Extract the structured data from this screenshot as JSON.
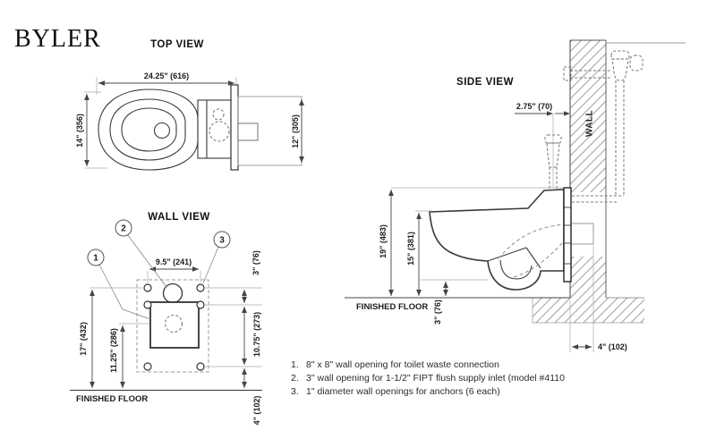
{
  "logo": "BYLER",
  "colors": {
    "line": "#3a3a3a",
    "dim_text": "#1c1c1c",
    "extension_gray": "#aaaaaa",
    "hatch_gray": "#909090",
    "dashed_gray": "#777777",
    "background": "#ffffff"
  },
  "top_view": {
    "title": "TOP VIEW",
    "dim_width": "24.25\" (616)",
    "dim_depth": "14\" (356)",
    "dim_carrier": "12\" (305)"
  },
  "wall_view": {
    "title": "WALL VIEW",
    "dim_span": "9.5\" (241)",
    "dim_supply_height": "17\" (432)",
    "dim_waste_height": "11.25\" (286)",
    "dim_top": "3\" (76)",
    "dim_mid": "10.75\" (273)",
    "dim_bottom": "4\" (102)",
    "floor": "FINISHED FLOOR",
    "callout_1": "1",
    "callout_2": "2",
    "callout_3": "3"
  },
  "side_view": {
    "title": "SIDE VIEW",
    "dim_rim": "19\" (483)",
    "dim_bowl": "15\" (381)",
    "dim_clear": "3\" (76)",
    "dim_offset": "2.75\" (70)",
    "dim_depth": "4\" (102)",
    "floor": "FINISHED FLOOR",
    "wall": "WALL"
  },
  "notes": [
    {
      "num": "1.",
      "text": "8\" x 8\" wall opening for toilet waste connection"
    },
    {
      "num": "2.",
      "text": "3\" wall opening for 1-1/2\" FIPT flush supply inlet (model #4110"
    },
    {
      "num": "3.",
      "text": "1\" diameter wall openings for anchors (6 each)"
    }
  ]
}
